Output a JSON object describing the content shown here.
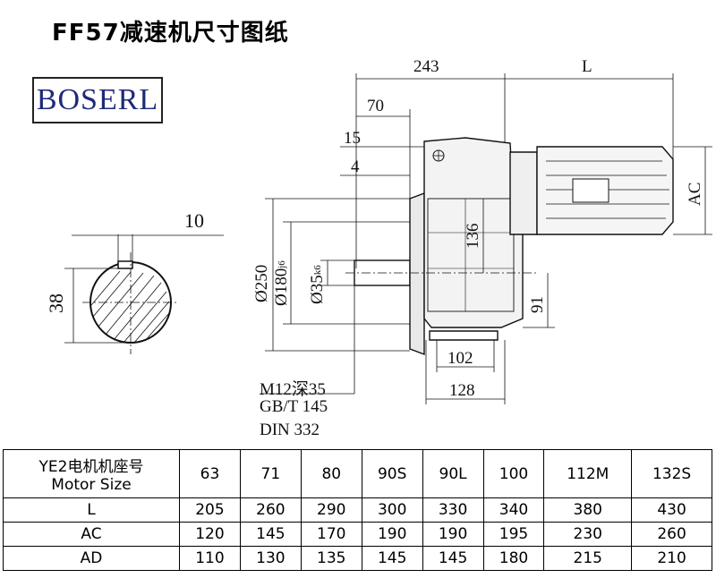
{
  "title": "FF57减速机尺寸图纸",
  "logo": {
    "text": "BOSERL"
  },
  "dims": {
    "shaft_key_width": "10",
    "shaft_height": "38",
    "total_length": "243",
    "motor_length": "L",
    "d70": "70",
    "d15": "15",
    "d4": "4",
    "flange_dia": "Ø250",
    "spigot_dia": "Ø180",
    "spigot_tol": "j6",
    "shaft_dia": "Ø35",
    "shaft_tol": "k6",
    "d136": "136",
    "d91": "91",
    "d102": "102",
    "d128": "128",
    "ac": "AC"
  },
  "notes": {
    "line1": "M12深35",
    "line2": "GB/T 145",
    "line3": "DIN 332"
  },
  "table": {
    "header_line1": "YE2电机机座号",
    "header_line2": "Motor Size",
    "sizes": [
      "63",
      "71",
      "80",
      "90S",
      "90L",
      "100",
      "112M",
      "132S"
    ],
    "rows": [
      {
        "label": "L",
        "values": [
          "205",
          "260",
          "290",
          "300",
          "330",
          "340",
          "380",
          "430"
        ]
      },
      {
        "label": "AC",
        "values": [
          "120",
          "145",
          "170",
          "190",
          "190",
          "195",
          "230",
          "260"
        ]
      },
      {
        "label": "AD",
        "values": [
          "110",
          "130",
          "135",
          "145",
          "145",
          "180",
          "215",
          "210"
        ]
      }
    ]
  }
}
